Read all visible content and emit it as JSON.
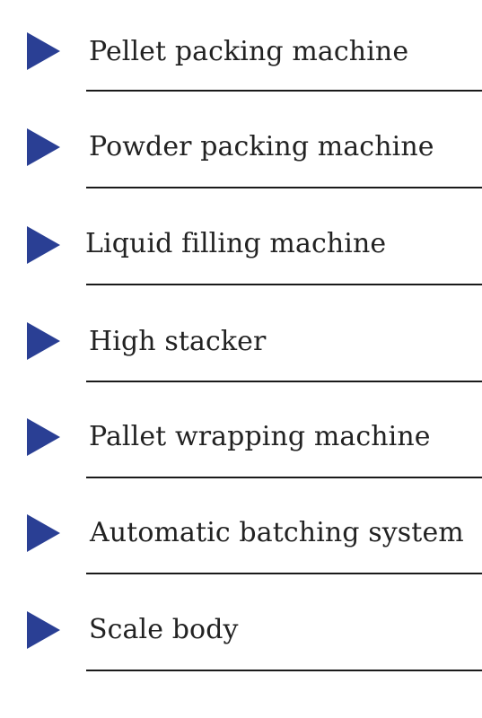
{
  "menu": {
    "accent_color": "#2a3f94",
    "bullet_icon": "triangle-right-icon",
    "items": [
      {
        "label": "Pellet packing machine"
      },
      {
        "label": "Powder packing machine"
      },
      {
        "label": "Liquid filling machine"
      },
      {
        "label": "High stacker"
      },
      {
        "label": "Pallet wrapping machine"
      },
      {
        "label": "Automatic batching system"
      },
      {
        "label": "Scale body"
      }
    ]
  }
}
